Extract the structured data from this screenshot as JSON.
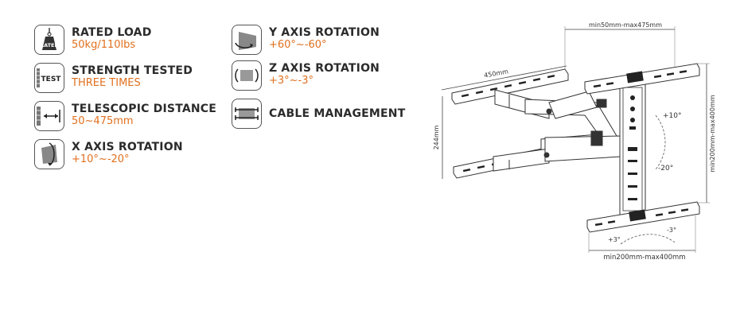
{
  "features": [
    {
      "id": "rated-load",
      "title": "RATED LOAD",
      "subtitle": "50kg/110lbs",
      "icon": "weight-icon",
      "icon_text": "RATED"
    },
    {
      "id": "strength-tested",
      "title": "STRENGTH TESTED",
      "subtitle": "THREE TIMES",
      "icon": "test-icon",
      "icon_text": "TEST"
    },
    {
      "id": "telescopic-distance",
      "title": "TELESCOPIC DISTANCE",
      "subtitle": "50~475mm",
      "icon": "telescopic-icon"
    },
    {
      "id": "x-axis-rotation",
      "title": "X AXIS ROTATION",
      "subtitle": "+10°~-20°",
      "icon": "x-rotation-icon"
    },
    {
      "id": "y-axis-rotation",
      "title": "Y AXIS ROTATION",
      "subtitle": "+60°~-60°",
      "icon": "y-rotation-icon"
    },
    {
      "id": "z-axis-rotation",
      "title": "Z AXIS ROTATION",
      "subtitle": "+3°~-3°",
      "icon": "z-rotation-icon"
    },
    {
      "id": "cable-management",
      "title": "CABLE MANAGEMENT",
      "subtitle": "",
      "icon": "cable-icon"
    }
  ],
  "diagram": {
    "top_width": "min50mm-max475mm",
    "arm_length": "450mm",
    "wall_height": "244mm",
    "right_height": "min200mm-max400mm",
    "bottom_width": "min200mm-max400mm",
    "tilt_up": "+10°",
    "tilt_down": "-20°",
    "rot_plus": "+3°",
    "rot_minus": "-3°"
  },
  "colors": {
    "title": "#2b2b2b",
    "accent": "#e0701f",
    "line": "#333333"
  }
}
